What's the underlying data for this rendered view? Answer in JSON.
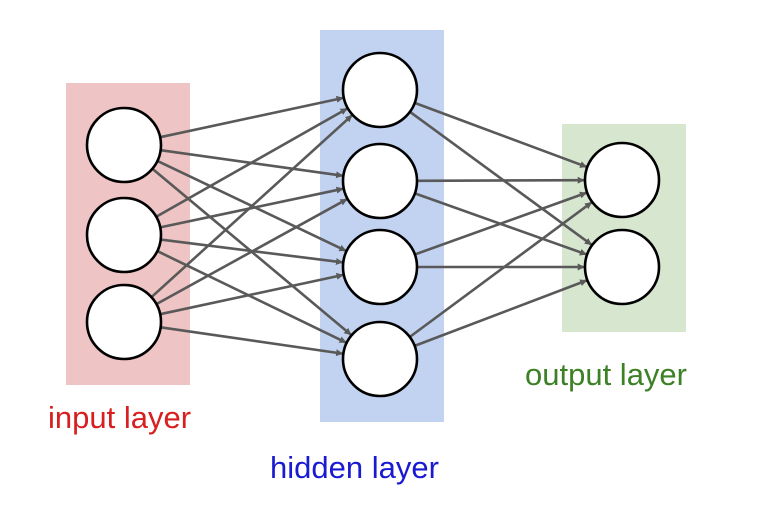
{
  "layers": [
    {
      "id": "input",
      "label": "input layer",
      "node_count": 3,
      "band_color": "#efc4c4",
      "label_color": "#d81e1e"
    },
    {
      "id": "hidden",
      "label": "hidden layer",
      "node_count": 4,
      "band_color": "#c2d2f1",
      "label_color": "#1a1ad2"
    },
    {
      "id": "output",
      "label": "output layer",
      "node_count": 2,
      "band_color": "#d7e6ce",
      "label_color": "#3d8025"
    }
  ],
  "connections": "fully-connected",
  "edge_color": "#595959",
  "node_fill": "#ffffff",
  "node_stroke": "#000000"
}
